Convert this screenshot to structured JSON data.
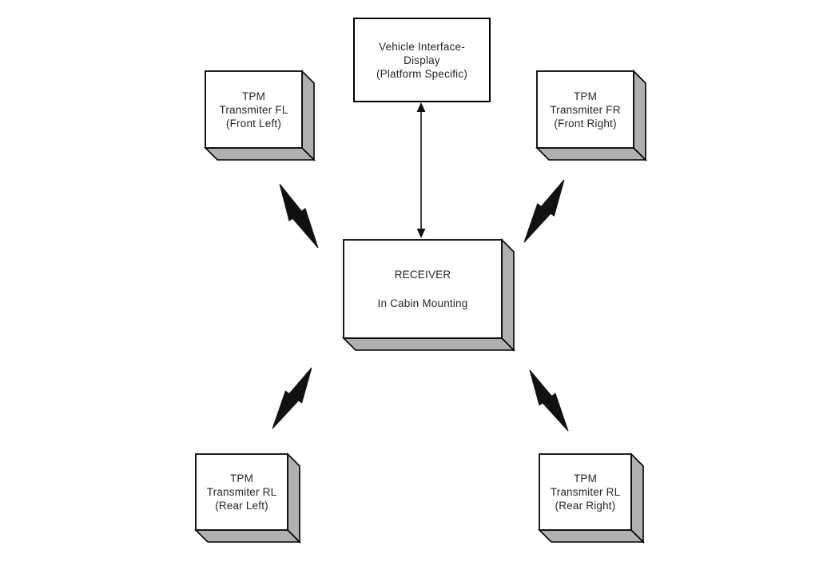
{
  "diagram": {
    "nodes": {
      "display": {
        "lines": [
          "Vehicle Interface-",
          "Display",
          "(Platform Specific)"
        ]
      },
      "tpm_fl": {
        "lines": [
          "TPM",
          "Transmiter FL",
          "(Front Left)"
        ]
      },
      "tpm_fr": {
        "lines": [
          "TPM",
          "Transmiter FR",
          "(Front Right)"
        ]
      },
      "receiver": {
        "lines": [
          "RECEIVER",
          "In Cabin Mounting"
        ]
      },
      "tpm_rl": {
        "lines": [
          "TPM",
          "Transmiter RL",
          "(Rear Left)"
        ]
      },
      "tpm_rr": {
        "lines": [
          "TPM",
          "Transmiter RL",
          "(Rear Right)"
        ]
      }
    },
    "connections": [
      {
        "from": "display",
        "to": "receiver",
        "style": "double-headed-arrow"
      },
      {
        "from": "tpm_fl",
        "to": "receiver",
        "style": "lightning-bolt"
      },
      {
        "from": "tpm_fr",
        "to": "receiver",
        "style": "lightning-bolt"
      },
      {
        "from": "tpm_rl",
        "to": "receiver",
        "style": "lightning-bolt"
      },
      {
        "from": "tpm_rr",
        "to": "receiver",
        "style": "lightning-bolt"
      }
    ],
    "colors": {
      "background": "#ffffff",
      "box_face": "#ffffff",
      "box_side": "#b0b0b0",
      "outline": "#000000",
      "text": "#262626"
    }
  }
}
